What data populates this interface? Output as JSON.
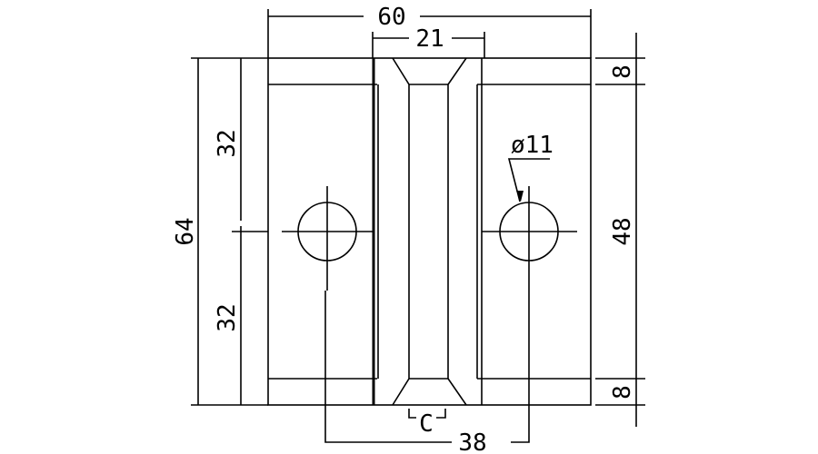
{
  "drawing": {
    "dimensions": {
      "overall_width": "60",
      "channel_width": "21",
      "overall_height": "64",
      "upper_half": "32",
      "lower_half": "32",
      "top_band": "8",
      "middle": "48",
      "bottom_band": "8",
      "hole_spacing": "38",
      "hole_diameter": "ø11",
      "section_label": "C"
    }
  }
}
